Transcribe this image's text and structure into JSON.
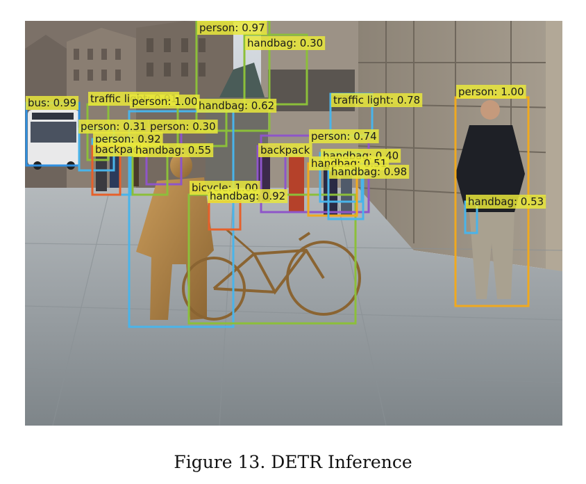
{
  "figure": {
    "caption": "Figure 13. DETR Inference",
    "colors": {
      "label_bg": "#e9e83b",
      "person_box": "#f0a91f",
      "bus_box": "#2f8fe0",
      "bicycle_box": "#8cbf3a",
      "handbag_box": "#49b4ea",
      "sky": "#cfd6de",
      "pavement": "#9aa1a6"
    },
    "detections": [
      {
        "label": "bus: 0.99",
        "color": "#2f8fe0"
      },
      {
        "label": "person: 0.97",
        "color": "#8cbf3a"
      },
      {
        "label": "handbag: 0.30",
        "color": "#8cbf3a"
      },
      {
        "label": "traffic light: 0.91",
        "color": "#8cbf3a"
      },
      {
        "label": "person: 1.00",
        "color": "#49b4ea"
      },
      {
        "label": "handbag: 0.62",
        "color": "#8cbf3a"
      },
      {
        "label": "person: 0.31",
        "color": "#49b4ea"
      },
      {
        "label": "person: 0.30",
        "color": "#8e55c9"
      },
      {
        "label": "person: 0.92",
        "color": "#49b4ea"
      },
      {
        "label": "backpack",
        "color": "#e6602a"
      },
      {
        "label": "handbag: 0.55",
        "color": "#8cbf3a"
      },
      {
        "label": "bicycle: 1.00",
        "color": "#8cbf3a"
      },
      {
        "label": "handbag: 0.92",
        "color": "#e6602a"
      },
      {
        "label": "person: 0.74",
        "color": "#8e55c9"
      },
      {
        "label": "backpack",
        "color": "#8e55c9"
      },
      {
        "label": "handbag: 0.40",
        "color": "#49b4ea"
      },
      {
        "label": "handbag: 0.51",
        "color": "#f0a91f"
      },
      {
        "label": "handbag: 0.98",
        "color": "#49b4ea"
      },
      {
        "label": "traffic light: 0.78",
        "color": "#49b4ea"
      },
      {
        "label": "person: 1.00",
        "color": "#f0a91f"
      },
      {
        "label": "handbag: 0.53",
        "color": "#49b4ea"
      }
    ]
  }
}
